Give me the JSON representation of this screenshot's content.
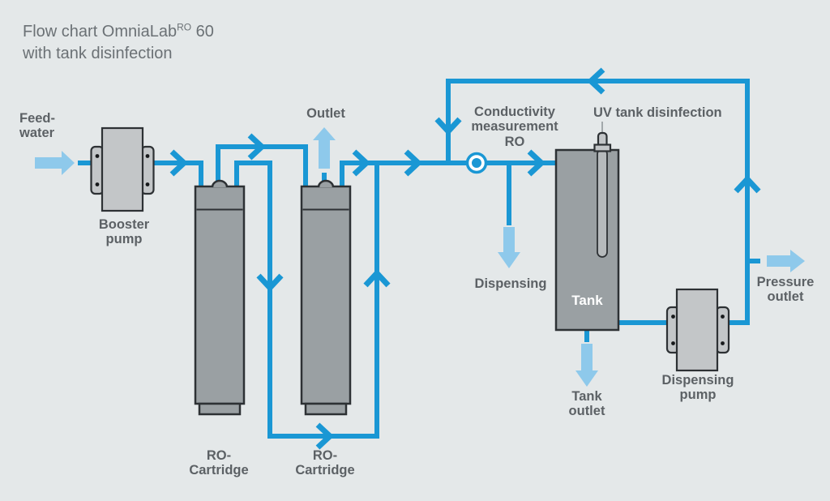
{
  "title": {
    "line1_pre": "Flow chart OmniaLab",
    "line1_sup": "RO",
    "line1_post": " 60",
    "line2": "with tank disinfection"
  },
  "labels": {
    "feed_water": [
      "Feed-",
      "water"
    ],
    "booster_pump": [
      "Booster",
      "pump"
    ],
    "outlet": [
      "Outlet"
    ],
    "ro_cartridge_1": [
      "RO-",
      "Cartridge"
    ],
    "ro_cartridge_2": [
      "RO-",
      "Cartridge"
    ],
    "conductivity_measurement": [
      "Conductivity",
      "measurement",
      "RO"
    ],
    "uv_tank_disinfection": [
      "UV tank disinfection"
    ],
    "dispensing": [
      "Dispensing"
    ],
    "tank": [
      "Tank"
    ],
    "tank_outlet": [
      "Tank",
      "outlet"
    ],
    "dispensing_pump": [
      "Dispensing",
      "pump"
    ],
    "pressure_outlet": [
      "Pressure",
      "outlet"
    ]
  },
  "colors": {
    "background": "#e4e8e9",
    "pipe": "#1a97d4",
    "arrow_light": "#8ec9eb",
    "component_light": "#c3c6c8",
    "component_dark": "#9aa0a3",
    "tube": "#b6babc",
    "outline": "#2d3134",
    "label_text": "#5c6165",
    "title_text": "#6b7175",
    "tank_text": "#ffffff"
  }
}
